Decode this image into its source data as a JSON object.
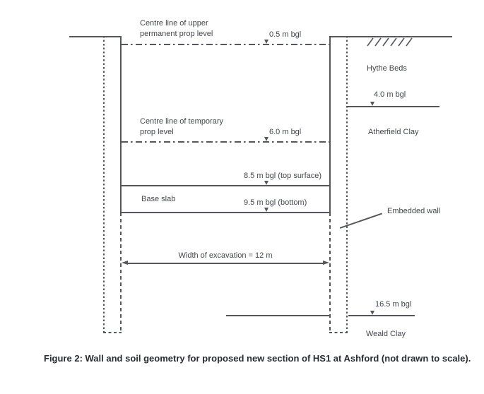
{
  "diagram": {
    "labels": {
      "upper_prop": {
        "line1": "Centre line of upper",
        "line2": "permanent prop level",
        "depth": "0.5 m bgl"
      },
      "temp_prop": {
        "line1": "Centre line of temporary",
        "line2": "prop level",
        "depth": "6.0 m bgl"
      },
      "slab_top_depth": "8.5 m bgl (top surface)",
      "base_slab": "Base slab",
      "slab_bottom_depth": "9.5 m bgl (bottom)",
      "hythe_beds": "Hythe Beds",
      "hythe_bottom_depth": "4.0 m bgl",
      "atherfield_clay": "Atherfield Clay",
      "embedded_wall": "Embedded wall",
      "excavation_width": "Width of excavation = 12 m",
      "atherfield_bottom_depth": "16.5 m bgl",
      "weald_clay": "Weald Clay"
    },
    "colors": {
      "line": "#54575d",
      "text": "#43464c",
      "caption": "#272b33"
    }
  },
  "caption": "Figure 2: Wall and soil geometry for proposed new section of HS1 at Ashford (not drawn to scale)."
}
